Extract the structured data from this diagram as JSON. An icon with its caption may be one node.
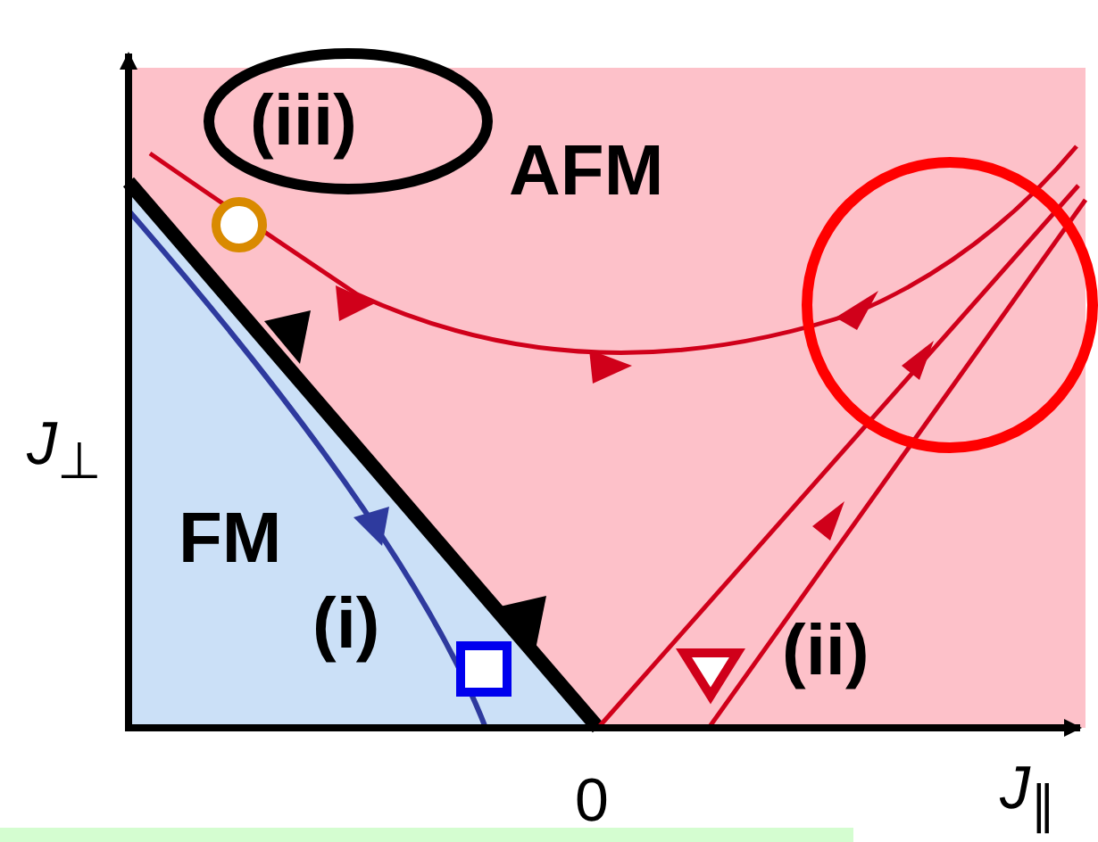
{
  "diagram": {
    "nodes": [
      {
        "text": [
          "(iii)"
        ]
      }
    ],
    "labels": [
      "AFM",
      "*J*$_{⊥}$",
      "FM",
      "(i)",
      "(ii)",
      "0",
      "*J*$_{∥}$"
    ]
  }
}
